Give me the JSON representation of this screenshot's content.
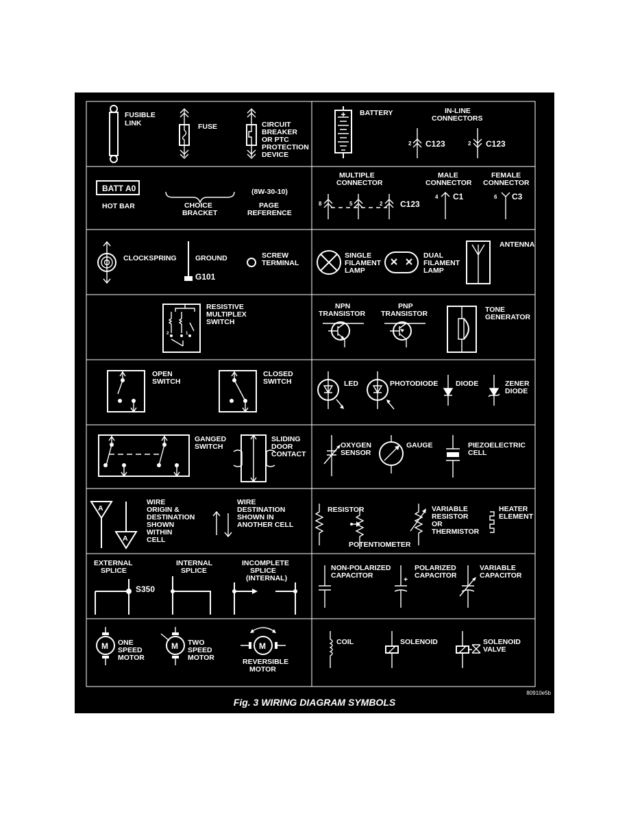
{
  "figure": {
    "caption": "Fig. 3 WIRING DIAGRAM SYMBOLS",
    "figure_id": "80910e5b"
  },
  "cells": {
    "fusible_link": [
      "FUSIBLE",
      "LINK"
    ],
    "fuse": "FUSE",
    "circuit_breaker": [
      "CIRCUIT",
      "BREAKER",
      "OR PTC",
      "PROTECTION",
      "DEVICE"
    ],
    "battery": "BATTERY",
    "inline_connectors": {
      "title": [
        "IN-LINE",
        "CONNECTORS"
      ],
      "pin": "2",
      "id": "C123"
    },
    "hot_bar": {
      "box": "BATT A0",
      "label": "HOT BAR"
    },
    "choice_bracket": [
      "CHOICE",
      "BRACKET"
    ],
    "page_reference": {
      "ref": "(8W-30-10)",
      "label": [
        "PAGE",
        "REFERENCE"
      ]
    },
    "multiple_connector": {
      "title": [
        "MULTIPLE",
        "CONNECTOR"
      ],
      "pins": [
        "8",
        "5",
        "2"
      ],
      "id": "C123"
    },
    "male_connector": {
      "title": [
        "MALE",
        "CONNECTOR"
      ],
      "pin": "4",
      "id": "C1"
    },
    "female_connector": {
      "title": [
        "FEMALE",
        "CONNECTOR"
      ],
      "pin": "6",
      "id": "C3"
    },
    "clockspring": "CLOCKSPRING",
    "ground": {
      "label": "GROUND",
      "id": "G101"
    },
    "screw_terminal": [
      "SCREW",
      "TERMINAL"
    ],
    "single_lamp": [
      "SINGLE",
      "FILAMENT",
      "LAMP"
    ],
    "dual_lamp": [
      "DUAL",
      "FILAMENT",
      "LAMP"
    ],
    "antenna": "ANTENNA",
    "resistive_switch": {
      "label": [
        "RESISTIVE",
        "MULTIPLEX",
        "SWITCH"
      ],
      "positions": [
        "2",
        "1"
      ]
    },
    "npn": [
      "NPN",
      "TRANSISTOR"
    ],
    "pnp": [
      "PNP",
      "TRANSISTOR"
    ],
    "tone_generator": [
      "TONE",
      "GENERATOR"
    ],
    "open_switch": [
      "OPEN",
      "SWITCH"
    ],
    "closed_switch": [
      "CLOSED",
      "SWITCH"
    ],
    "led": "LED",
    "photodiode": "PHOTODIODE",
    "diode": "DIODE",
    "zener": [
      "ZENER",
      "DIODE"
    ],
    "ganged_switch": [
      "GANGED",
      "SWITCH"
    ],
    "sliding_door": [
      "SLIDING",
      "DOOR",
      "CONTACT"
    ],
    "oxygen_sensor": [
      "OXYGEN",
      "SENSOR"
    ],
    "gauge": "GAUGE",
    "piezo": [
      "PIEZOELECTRIC",
      "CELL"
    ],
    "wire_origin": {
      "label": [
        "WIRE",
        "ORIGIN &",
        "DESTINATION",
        "SHOWN",
        "WITHIN",
        "CELL"
      ],
      "marker": "A"
    },
    "wire_destination": [
      "WIRE",
      "DESTINATION",
      "SHOWN IN",
      "ANOTHER CELL"
    ],
    "resistor": "RESISTOR",
    "potentiometer": "POTENTIOMETER",
    "variable_resistor": [
      "VARIABLE",
      "RESISTOR",
      "OR",
      "THERMISTOR"
    ],
    "heater": [
      "HEATER",
      "ELEMENT"
    ],
    "external_splice": {
      "label": [
        "EXTERNAL",
        "SPLICE"
      ],
      "id": "S350"
    },
    "internal_splice": [
      "INTERNAL",
      "SPLICE"
    ],
    "incomplete_splice": [
      "INCOMPLETE",
      "SPLICE",
      "(INTERNAL)"
    ],
    "non_polarized_cap": [
      "NON-POLARIZED",
      "CAPACITOR"
    ],
    "polarized_cap": {
      "label": [
        "POLARIZED",
        "CAPACITOR"
      ],
      "sign": "+"
    },
    "variable_cap": [
      "VARIABLE",
      "CAPACITOR"
    ],
    "one_speed_motor": {
      "label": [
        "ONE",
        "SPEED",
        "MOTOR"
      ],
      "letter": "M"
    },
    "two_speed_motor": {
      "label": [
        "TWO",
        "SPEED",
        "MOTOR"
      ],
      "letter": "M"
    },
    "reversible_motor": {
      "label": [
        "REVERSIBLE",
        "MOTOR"
      ],
      "letter": "M"
    },
    "coil": "COIL",
    "solenoid": "SOLENOID",
    "solenoid_valve": [
      "SOLENOID",
      "VALVE"
    ]
  }
}
